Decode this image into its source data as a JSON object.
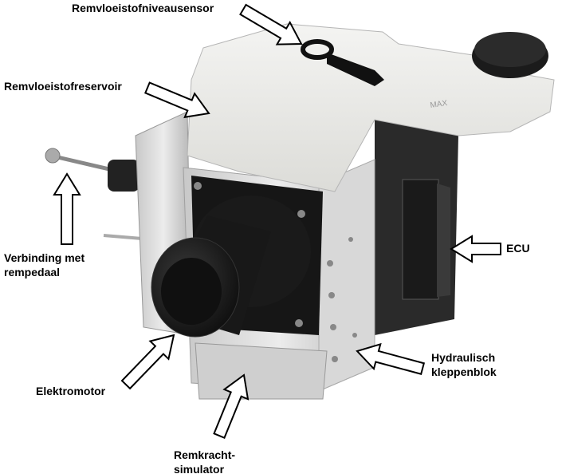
{
  "labels": {
    "level_sensor": "Remvloeistofniveausensor",
    "reservoir": "Remvloeistofreservoir",
    "pedal_line1": "Verbinding met",
    "pedal_line2": "rempedaal",
    "ecu": "ECU",
    "valve_line1": "Hydraulisch",
    "valve_line2": "kleppenblok",
    "motor": "Elektromotor",
    "simulator_line1": "Remkracht-",
    "simulator_line2": "simulator"
  },
  "reservoir_marking": "MAX",
  "colors": {
    "arrow_fill": "#ffffff",
    "arrow_stroke": "#000000",
    "housing": "#d9d9d9",
    "dark": "#1e1e1e"
  }
}
